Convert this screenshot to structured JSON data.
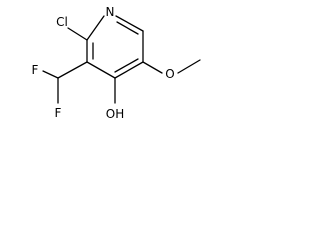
{
  "structure": {
    "atoms": {
      "n": "N",
      "cl": "Cl",
      "f_upper": "F",
      "f_lower": "F",
      "o_methoxy": "O",
      "oh": "OH"
    }
  },
  "colors": {
    "bond": "#000000",
    "text": "#000000",
    "background": "#ffffff"
  }
}
